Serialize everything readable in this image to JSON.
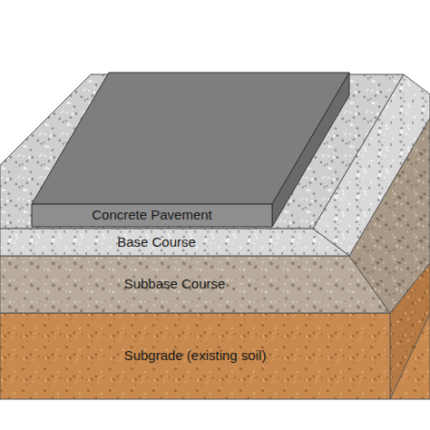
{
  "diagram": {
    "nodes": [
      {
        "text": [
          "Concrete Pavement"
        ]
      },
      {
        "text": [
          "Base Course"
        ]
      },
      {
        "text": [
          "Subbase Course"
        ]
      },
      {
        "text": [
          "Subgrade (existing soil)"
        ]
      }
    ]
  }
}
